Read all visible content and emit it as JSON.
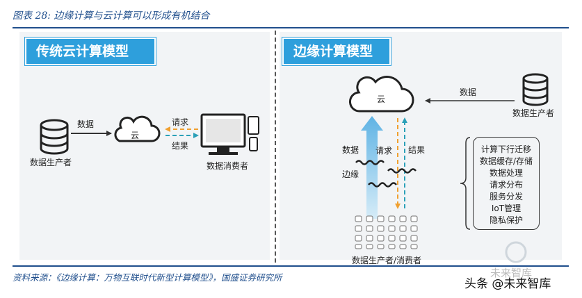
{
  "figure_title": "图表 28:  边缘计算与云计算可以形成有机结合",
  "left_panel": {
    "title": "传统云计算模型",
    "producer_label": "数据生产者",
    "data_label": "数据",
    "cloud_label": "云",
    "request_label": "请求",
    "result_label": "结果",
    "consumer_label": "数据消费者"
  },
  "right_panel": {
    "title": "边缘计算模型",
    "cloud_label": "云",
    "data_label": "数据",
    "producer_label": "数据生产者",
    "edge_data_label": "数据",
    "edge_request_label": "请求",
    "edge_result_label": "结果",
    "edge_label": "边缘",
    "bottom_label": "数据生产者/消费者",
    "capabilities": [
      "计算下行迁移",
      "数据缓存/存储",
      "数据处理",
      "请求分布",
      "服务分发",
      "IoT管理",
      "隐私保护"
    ]
  },
  "source_note": "资料来源：《边缘计算：万物互联时代新型计算模型》，国盛证券研究所",
  "watermark": "头条 @未来智库",
  "watermark_faint": "未来智库",
  "colors": {
    "accent": "#2e9fdc",
    "title_blue": "#1f4e8c",
    "request_orange": "#f0a030",
    "result_teal": "#2aa0b8"
  }
}
